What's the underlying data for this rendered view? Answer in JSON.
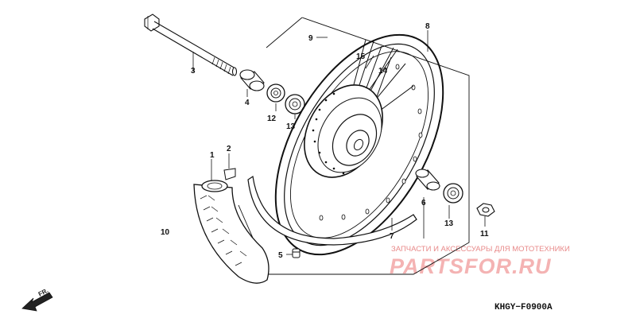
{
  "callouts": {
    "c1": "1",
    "c2": "2",
    "c3": "3",
    "c4": "4",
    "c5": "5",
    "c6": "6",
    "c7": "7",
    "c8": "8",
    "c9": "9",
    "c10": "10",
    "c11": "11",
    "c12": "12",
    "c13a": "13",
    "c13b": "13",
    "c14": "14",
    "c15": "15"
  },
  "direction_label": "FR.",
  "figure_code": "KHGY−F0900A",
  "watermark": {
    "tagline": "ЗАПЧАСТИ И АКСЕССУАРЫ ДЛЯ МОТОТЕХНИКИ",
    "logo": "PARTSFOR.RU"
  },
  "colors": {
    "line": "#111111",
    "watermark": "#f4b3b3"
  }
}
